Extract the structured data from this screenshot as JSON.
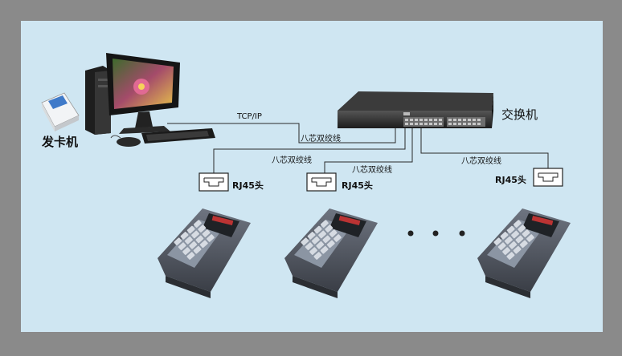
{
  "labels": {
    "card_issuer": "发卡机",
    "switch": "交换机",
    "tcp_ip": "TCP/IP",
    "cable_top": "八芯双绞线",
    "cable_left": "八芯双绞线",
    "cable_mid": "八芯双绞线",
    "cable_right": "八芯双绞线",
    "rj45_1": "RJ45头",
    "rj45_2": "RJ45头",
    "rj45_3": "RJ45头"
  },
  "colors": {
    "background": "#cfe6f2",
    "frame": "#8a8a8a",
    "line": "#2a2a2a"
  },
  "icons": [
    "pc-icon",
    "card-issuer-icon",
    "network-switch-icon",
    "rj45-jack-icon",
    "card-terminal-icon"
  ]
}
